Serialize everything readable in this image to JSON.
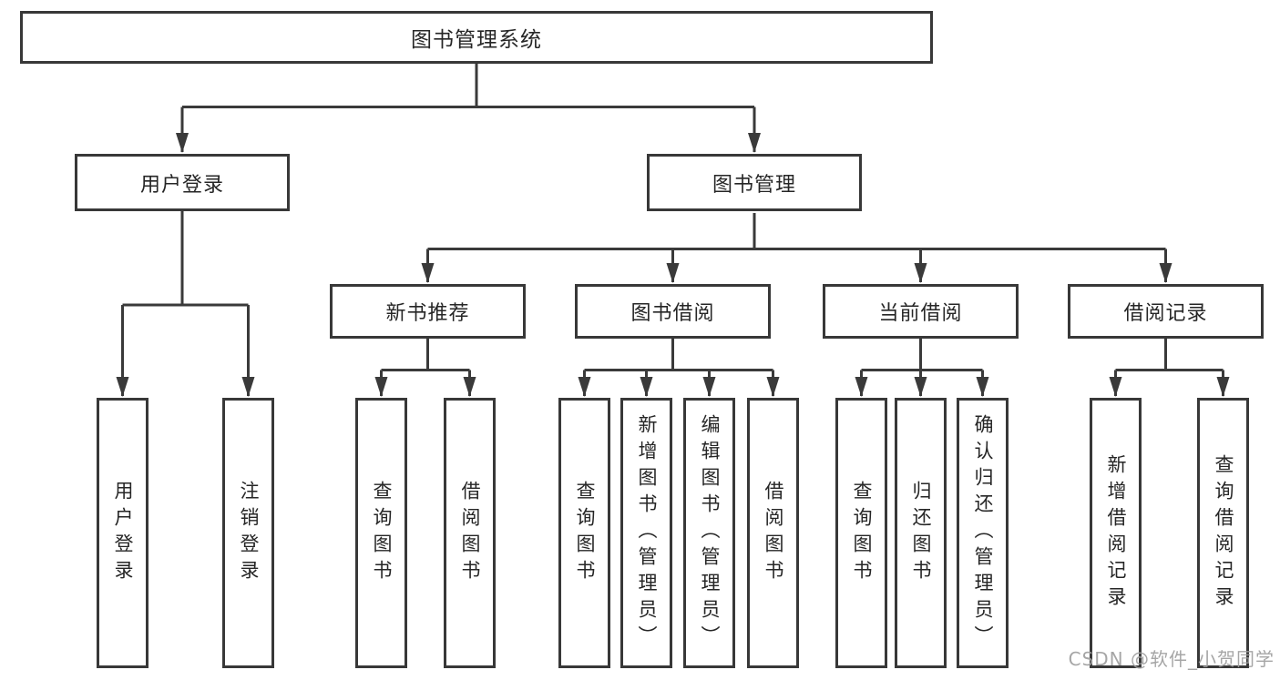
{
  "tree": {
    "label": "图书管理系统",
    "children": [
      {
        "label": "用户登录",
        "children": [
          {
            "label": "用户登录"
          },
          {
            "label": "注销登录"
          }
        ]
      },
      {
        "label": "图书管理",
        "children": [
          {
            "label": "新书推荐",
            "children": [
              {
                "label": "查询图书"
              },
              {
                "label": "借阅图书"
              }
            ]
          },
          {
            "label": "图书借阅",
            "children": [
              {
                "label": "查询图书"
              },
              {
                "label": "新增图书（管理员）"
              },
              {
                "label": "编辑图书（管理员）"
              },
              {
                "label": "借阅图书"
              }
            ]
          },
          {
            "label": "当前借阅",
            "children": [
              {
                "label": "查询图书"
              },
              {
                "label": "归还图书"
              },
              {
                "label": "确认归还（管理员）"
              }
            ]
          },
          {
            "label": "借阅记录",
            "children": [
              {
                "label": "新增借阅记录"
              },
              {
                "label": "查询借阅记录"
              }
            ]
          }
        ]
      }
    ]
  },
  "watermark": {
    "text": "CSDN @软件_小贺同学"
  },
  "colors": {
    "line": "#3a3a3a",
    "box_border": "#383838",
    "text": "#262626",
    "watermark": "#9e9e9e",
    "background": "#ffffff"
  }
}
